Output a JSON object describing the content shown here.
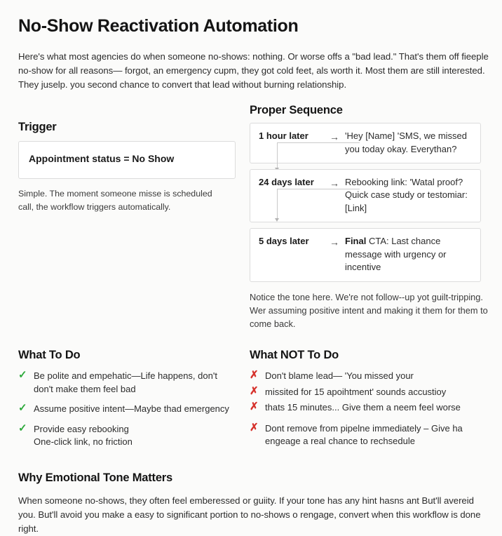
{
  "document": {
    "title": "No-Show Reactivation Automation",
    "intro": "Here's what most agencies do when someone no-shows: nothing. Or worse offs a \"bad lead.\" That's them off fieeple no-show for all reasons— forgot, an emergency cupm, they got cold feet, als worth it. Most them are still interested. They juselp. you second chance to convert that lead without burning relationship."
  },
  "trigger": {
    "heading": "Trigger",
    "condition": "Appointment status = No Show",
    "note": "Simple. The moment someone misse is scheduled call, the workflow triggers automatically."
  },
  "sequence": {
    "heading": "Proper Sequence",
    "steps": [
      {
        "delay": "1 hour later",
        "arrow": "→",
        "text": "'Hey [Name] 'SMS, we missed you today okay. Everythan?",
        "bold_prefix": ""
      },
      {
        "delay": "24 days later",
        "arrow": "→",
        "text": "Rebooking link: 'Watal proof? Quick case study or testomiar: [Link]",
        "bold_prefix": ""
      },
      {
        "delay": "5 days later",
        "arrow": "→",
        "text": " CTA: Last chance message with urgency or incentive",
        "bold_prefix": "Final"
      }
    ],
    "note": "Notice the tone here. We're not follow--up yot guilt-tripping. Wer assuming positive intent and making it them for them to come back."
  },
  "do_list": {
    "heading": "What To Do",
    "icon": "check-icon",
    "items": [
      {
        "main": "Be polite and empehatic—Life happens, don't",
        "sub": "don't make them feel bad"
      },
      {
        "main": "Assume positive intent—Maybe thad emergency",
        "sub": ""
      },
      {
        "main": "Provide easy rebooking",
        "sub": "One-click link, no friction"
      }
    ]
  },
  "dont_list": {
    "heading": "What NOT To Do",
    "icon": "cross-icon",
    "items": [
      {
        "main": "Don't blame lead— 'You missed your",
        "sub": ""
      },
      {
        "main": "missited for 15 apoihtment' sounds accustioy",
        "sub": ""
      },
      {
        "main": "thats 15 minutes... Give them a neem feel worse",
        "sub": ""
      },
      {
        "main": "Dont remove from pipelne immediately – Give ha",
        "sub": "engeage a real chance to rechsedule"
      }
    ]
  },
  "why": {
    "heading": "Why Emotional Tone Matters",
    "text": "When someone no-shows, they often feel emberessed or guiity. If your tone has any hint hasns ant But'll avereid you. But'll avoid you make a easy to significant portion to no-shows o rengage, convert when this workflow is done right."
  },
  "colors": {
    "background": "#fbfbfa",
    "text": "#2c2c2c",
    "heading": "#141414",
    "check_green": "#2eaa3c",
    "cross_red": "#d6322c",
    "border": "#dcdcdc",
    "connector": "#c9c9c9"
  }
}
